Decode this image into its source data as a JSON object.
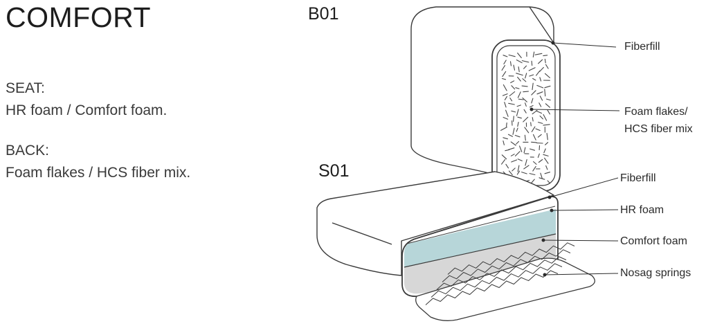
{
  "title": "COMFORT",
  "seat": {
    "label": "SEAT:",
    "description": "HR foam / Comfort foam."
  },
  "back": {
    "label": "BACK:",
    "description": "Foam flakes / HCS fiber mix."
  },
  "models": {
    "back_code": "B01",
    "seat_code": "S01"
  },
  "callouts": {
    "back_fiberfill": "Fiberfill",
    "foam_flakes_line1": "Foam flakes/",
    "foam_flakes_line2": "HCS fiber mix",
    "seat_fiberfill": "Fiberfill",
    "hr_foam": "HR foam",
    "comfort_foam": "Comfort foam",
    "nosag_springs": "Nosag springs"
  },
  "colors": {
    "hr_foam": "#b7d6d9",
    "comfort_foam": "#d7d7d7",
    "outline": "#3a3a3a"
  }
}
